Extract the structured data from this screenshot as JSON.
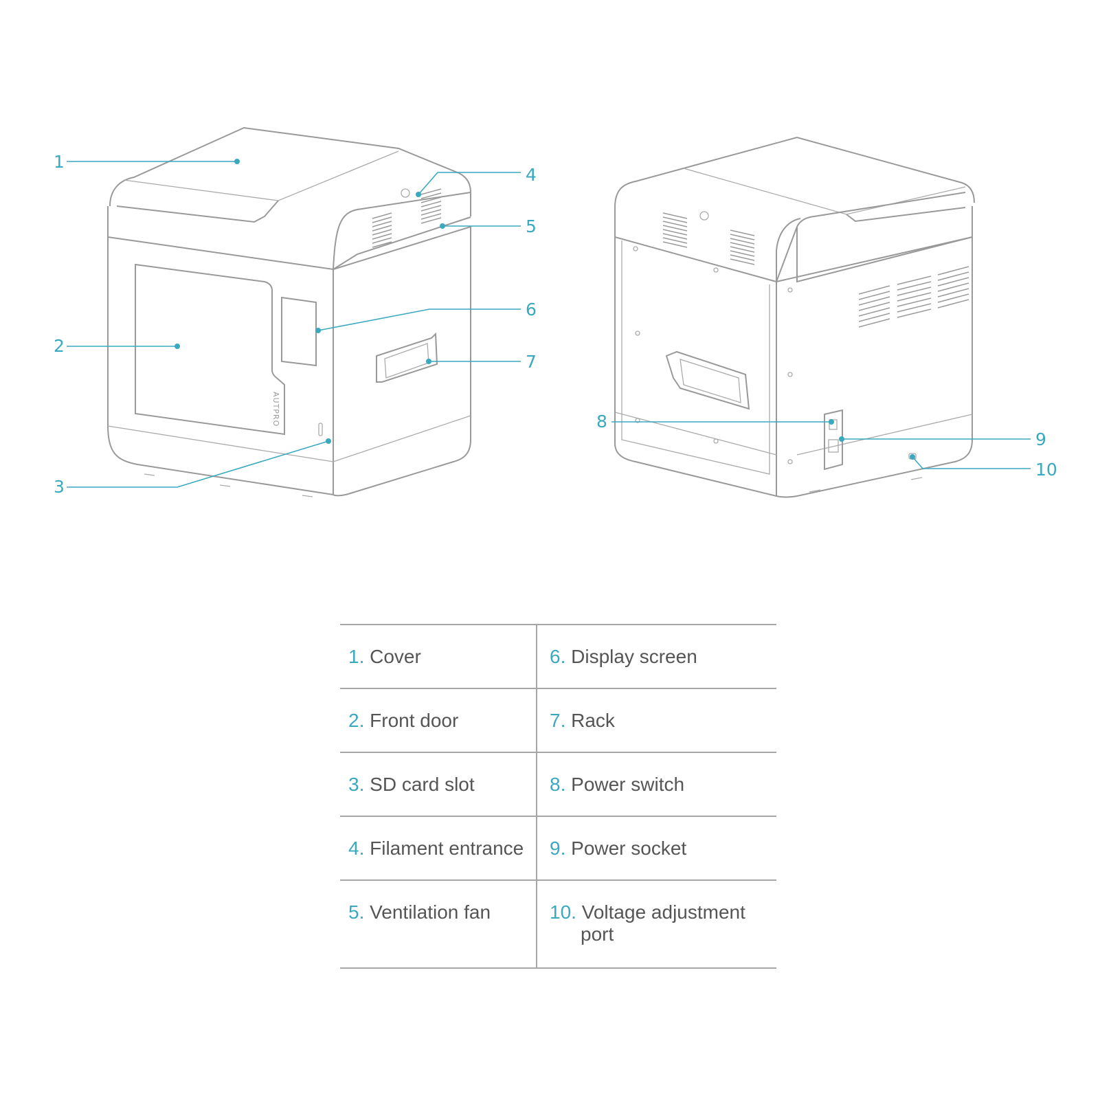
{
  "parts": [
    {
      "number": "1.",
      "label": "Cover"
    },
    {
      "number": "2.",
      "label": "Front door"
    },
    {
      "number": "3.",
      "label": "SD card slot"
    },
    {
      "number": "4.",
      "label": "Filament entrance"
    },
    {
      "number": "5.",
      "label": "Ventilation fan"
    },
    {
      "number": "6.",
      "label": "Display screen"
    },
    {
      "number": "7.",
      "label": "Rack"
    },
    {
      "number": "8.",
      "label": "Power switch"
    },
    {
      "number": "9.",
      "label": "Power socket"
    },
    {
      "number": "10.",
      "label": "Voltage adjustment",
      "label_line2": "port"
    }
  ],
  "callouts": [
    "1",
    "2",
    "3",
    "4",
    "5",
    "6",
    "7",
    "8",
    "9",
    "10"
  ],
  "logo_text": "AUTPRO",
  "colors": {
    "accent": "#3aa9bf",
    "line": "#999999",
    "text": "#555555"
  }
}
